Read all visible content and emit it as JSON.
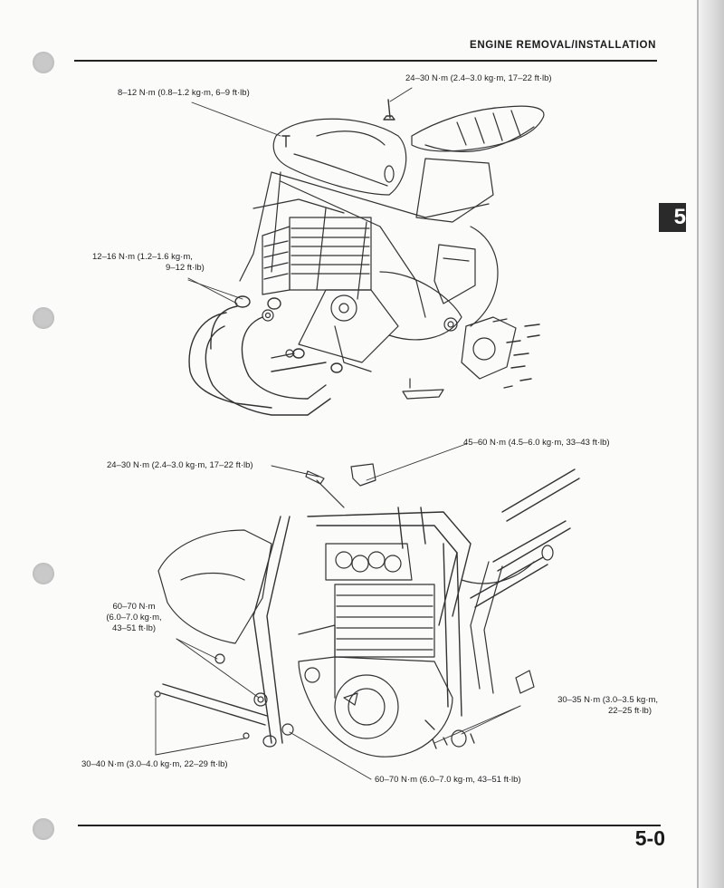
{
  "header": {
    "title": "ENGINE REMOVAL/INSTALLATION"
  },
  "section_tab": {
    "label": "5"
  },
  "footer": {
    "page_number": "5-0"
  },
  "figure_top": {
    "labels": {
      "t1": "8–12 N·m (0.8–1.2 kg·m, 6–9 ft·lb)",
      "t2": "24–30 N·m (2.4–3.0 kg·m, 17–22 ft·lb)",
      "t3_line1": "12–16 N·m (1.2–1.6 kg·m,",
      "t3_line2": "9–12 ft·lb)"
    }
  },
  "figure_bottom": {
    "labels": {
      "b1": "24–30 N·m (2.4–3.0 kg·m, 17–22 ft·lb)",
      "b2": "45–60 N·m (4.5–6.0 kg·m, 33–43 ft·lb)",
      "b3_line1": "60–70 N·m",
      "b3_line2": "(6.0–7.0 kg·m,",
      "b3_line3": "43–51 ft·lb)",
      "b4_line1": "30–35 N·m (3.0–3.5 kg·m,",
      "b4_line2": "22–25 ft·lb)",
      "b5": "30–40 N·m (3.0–4.0 kg·m, 22–29 ft·lb)",
      "b6": "60–70 N·m (6.0–7.0 kg·m, 43–51 ft·lb)"
    }
  }
}
